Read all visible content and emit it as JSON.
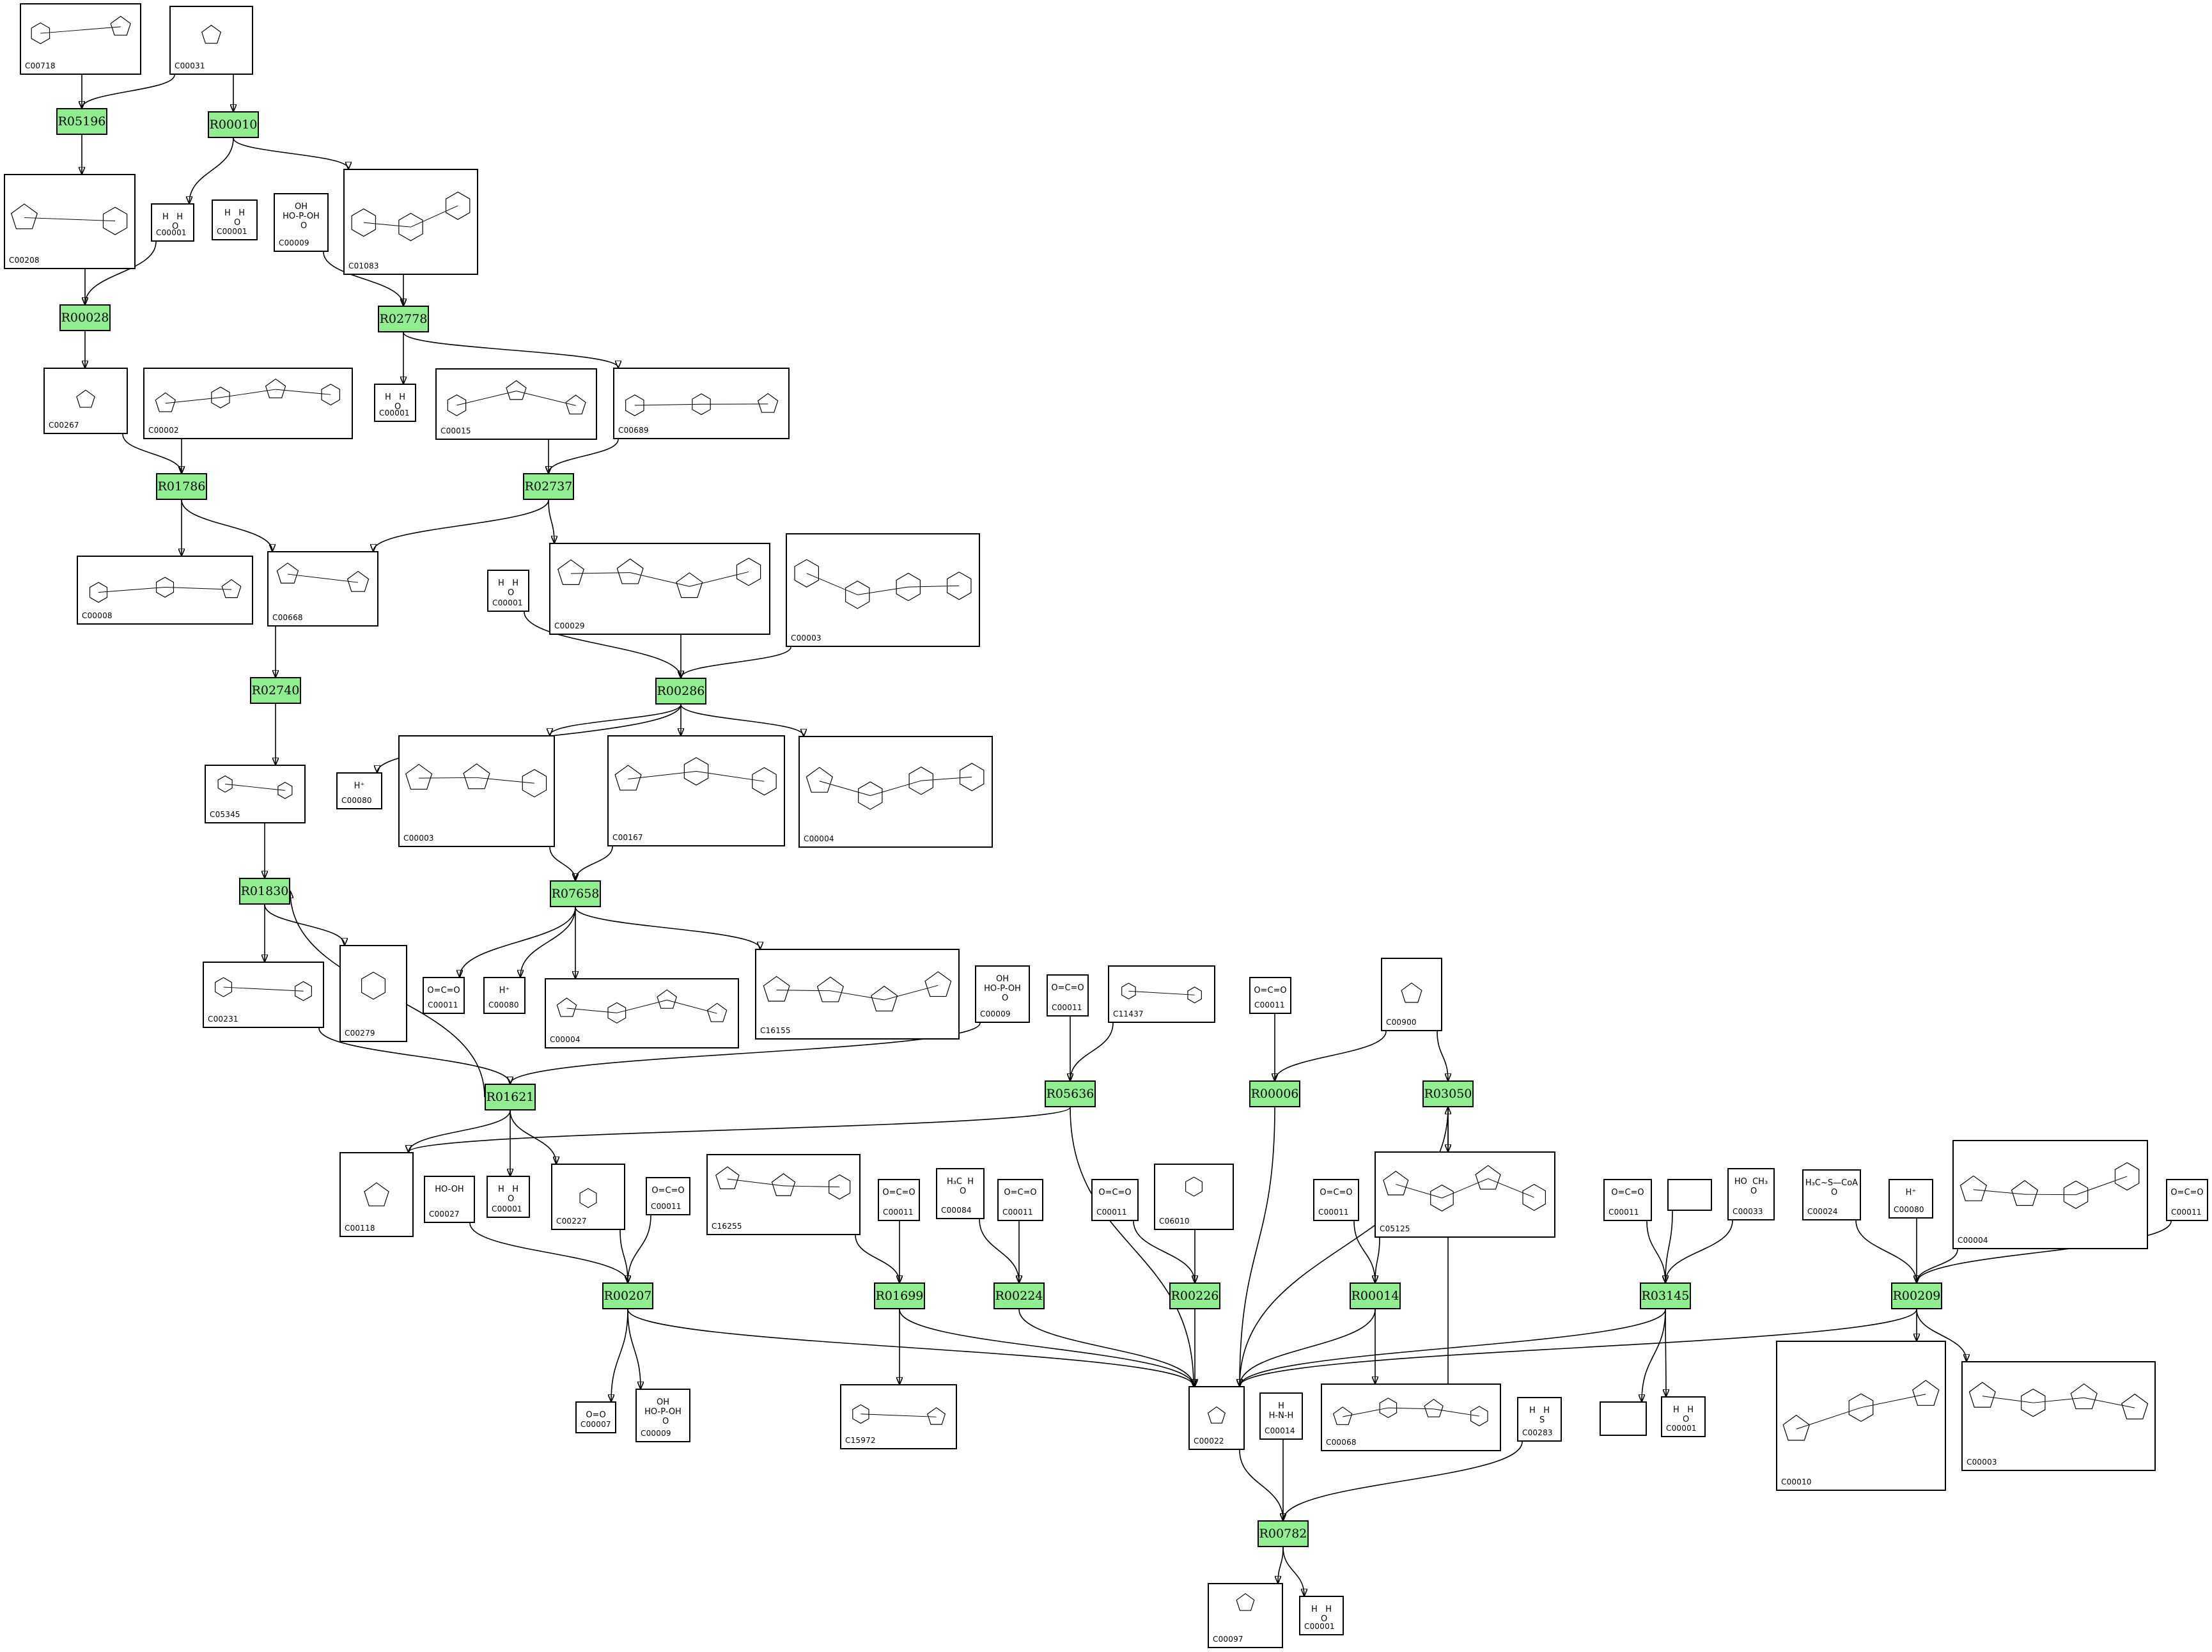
{
  "colors": {
    "reaction_fill": "#90ee90",
    "border": "#000000",
    "background": "#ffffff"
  },
  "reactions": [
    {
      "id": "R05196"
    },
    {
      "id": "R00010"
    },
    {
      "id": "R00028"
    },
    {
      "id": "R02778"
    },
    {
      "id": "R01786"
    },
    {
      "id": "R02737"
    },
    {
      "id": "R02740"
    },
    {
      "id": "R00286"
    },
    {
      "id": "R01830"
    },
    {
      "id": "R07658"
    },
    {
      "id": "R01621"
    },
    {
      "id": "R05636"
    },
    {
      "id": "R00006"
    },
    {
      "id": "R03050"
    },
    {
      "id": "R00207"
    },
    {
      "id": "R01699"
    },
    {
      "id": "R00224"
    },
    {
      "id": "R00226"
    },
    {
      "id": "R00014"
    },
    {
      "id": "R03145"
    },
    {
      "id": "R00209"
    },
    {
      "id": "R00782"
    }
  ],
  "compounds": [
    {
      "id": "C00718",
      "text": ""
    },
    {
      "id": "C00031",
      "text": ""
    },
    {
      "id": "C00208",
      "text": ""
    },
    {
      "id": "C00001",
      "text": "H   H\n  O"
    },
    {
      "id": "C00001",
      "text": "H   H\n  O"
    },
    {
      "id": "C00009",
      "text": "OH\nHO-P-OH\n  O"
    },
    {
      "id": "C01083",
      "text": ""
    },
    {
      "id": "C00267",
      "text": ""
    },
    {
      "id": "C00002",
      "text": ""
    },
    {
      "id": "C00001",
      "text": "H   H\n  O"
    },
    {
      "id": "C00015",
      "text": ""
    },
    {
      "id": "C00689",
      "text": ""
    },
    {
      "id": "C00008",
      "text": ""
    },
    {
      "id": "C00668",
      "text": ""
    },
    {
      "id": "C00001",
      "text": "H   H\n  O"
    },
    {
      "id": "C00029",
      "text": ""
    },
    {
      "id": "C00003",
      "text": ""
    },
    {
      "id": "C05345",
      "text": ""
    },
    {
      "id": "C00080",
      "text": "H⁺"
    },
    {
      "id": "C00003",
      "text": ""
    },
    {
      "id": "C00167",
      "text": ""
    },
    {
      "id": "C00004",
      "text": ""
    },
    {
      "id": "C00231",
      "text": ""
    },
    {
      "id": "C00279",
      "text": ""
    },
    {
      "id": "C00011",
      "text": "O=C=O"
    },
    {
      "id": "C00080",
      "text": "H⁺"
    },
    {
      "id": "C00004",
      "text": ""
    },
    {
      "id": "C16155",
      "text": ""
    },
    {
      "id": "C00009",
      "text": "OH\nHO-P-OH\n  O"
    },
    {
      "id": "C00011",
      "text": "O=C=O"
    },
    {
      "id": "C11437",
      "text": ""
    },
    {
      "id": "C00011",
      "text": "O=C=O"
    },
    {
      "id": "C00900",
      "text": ""
    },
    {
      "id": "C00118",
      "text": ""
    },
    {
      "id": "C00027",
      "text": "HO-OH"
    },
    {
      "id": "C00001",
      "text": "H   H\n  O"
    },
    {
      "id": "C00227",
      "text": ""
    },
    {
      "id": "C00011",
      "text": "O=C=O"
    },
    {
      "id": "C16255",
      "text": ""
    },
    {
      "id": "C00011",
      "text": "O=C=O"
    },
    {
      "id": "C00084",
      "text": "H₃C  H\n  O"
    },
    {
      "id": "C00011",
      "text": "O=C=O"
    },
    {
      "id": "C00011",
      "text": "O=C=O"
    },
    {
      "id": "C06010",
      "text": ""
    },
    {
      "id": "C00011",
      "text": "O=C=O"
    },
    {
      "id": "C05125",
      "text": ""
    },
    {
      "id": "C00011",
      "text": "O=C=O"
    },
    {
      "id": "",
      "text": ""
    },
    {
      "id": "C00033",
      "text": "HO  CH₃\n  O"
    },
    {
      "id": "C00024",
      "text": "H₃C~S—CoA\n  O"
    },
    {
      "id": "C00080",
      "text": "H⁺"
    },
    {
      "id": "C00004",
      "text": ""
    },
    {
      "id": "C00011",
      "text": "O=C=O"
    },
    {
      "id": "C00007",
      "text": "O=O"
    },
    {
      "id": "C00009",
      "text": "OH\nHO-P-OH\n  O"
    },
    {
      "id": "C15972",
      "text": ""
    },
    {
      "id": "C00022",
      "text": ""
    },
    {
      "id": "C00014",
      "text": "H\nH-N-H"
    },
    {
      "id": "C00068",
      "text": ""
    },
    {
      "id": "C00283",
      "text": "H   H\n  S"
    },
    {
      "id": "",
      "text": ""
    },
    {
      "id": "C00001",
      "text": "H   H\n  O"
    },
    {
      "id": "C00010",
      "text": ""
    },
    {
      "id": "C00003",
      "text": ""
    },
    {
      "id": "C00097",
      "text": ""
    },
    {
      "id": "C00001",
      "text": "H   H\n  O"
    }
  ]
}
